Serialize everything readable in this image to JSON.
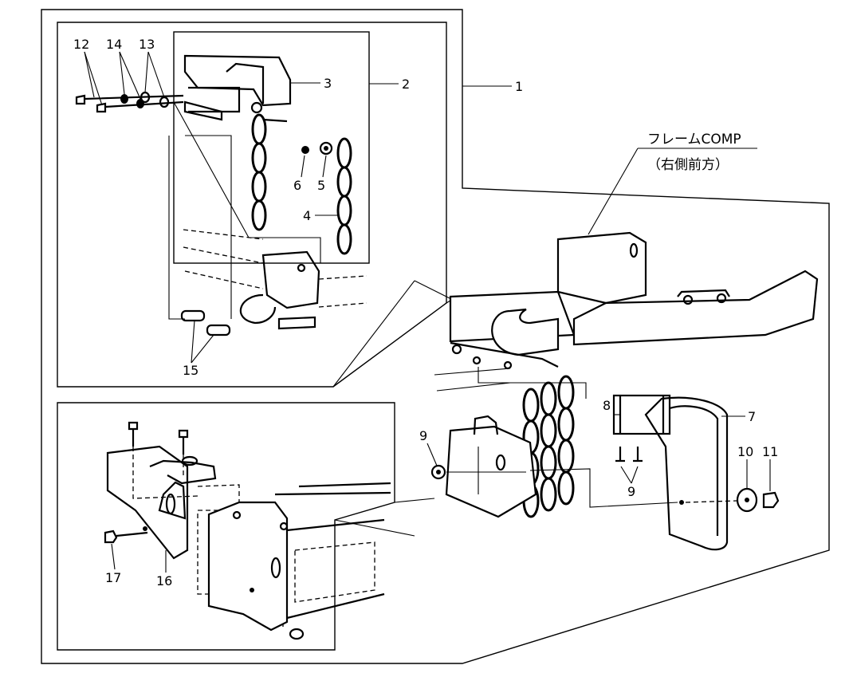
{
  "diagram": {
    "frame_label": [
      "フレームCOMP",
      "（右側前方）"
    ],
    "callouts": {
      "c1": "1",
      "c2": "2",
      "c3": "3",
      "c4": "4",
      "c5": "5",
      "c6": "6",
      "c7": "7",
      "c8": "8",
      "c9a": "9",
      "c9b": "9",
      "c10": "10",
      "c11": "11",
      "c12": "12",
      "c13": "13",
      "c14": "14",
      "c15": "15",
      "c16": "16",
      "c17": "17"
    }
  }
}
